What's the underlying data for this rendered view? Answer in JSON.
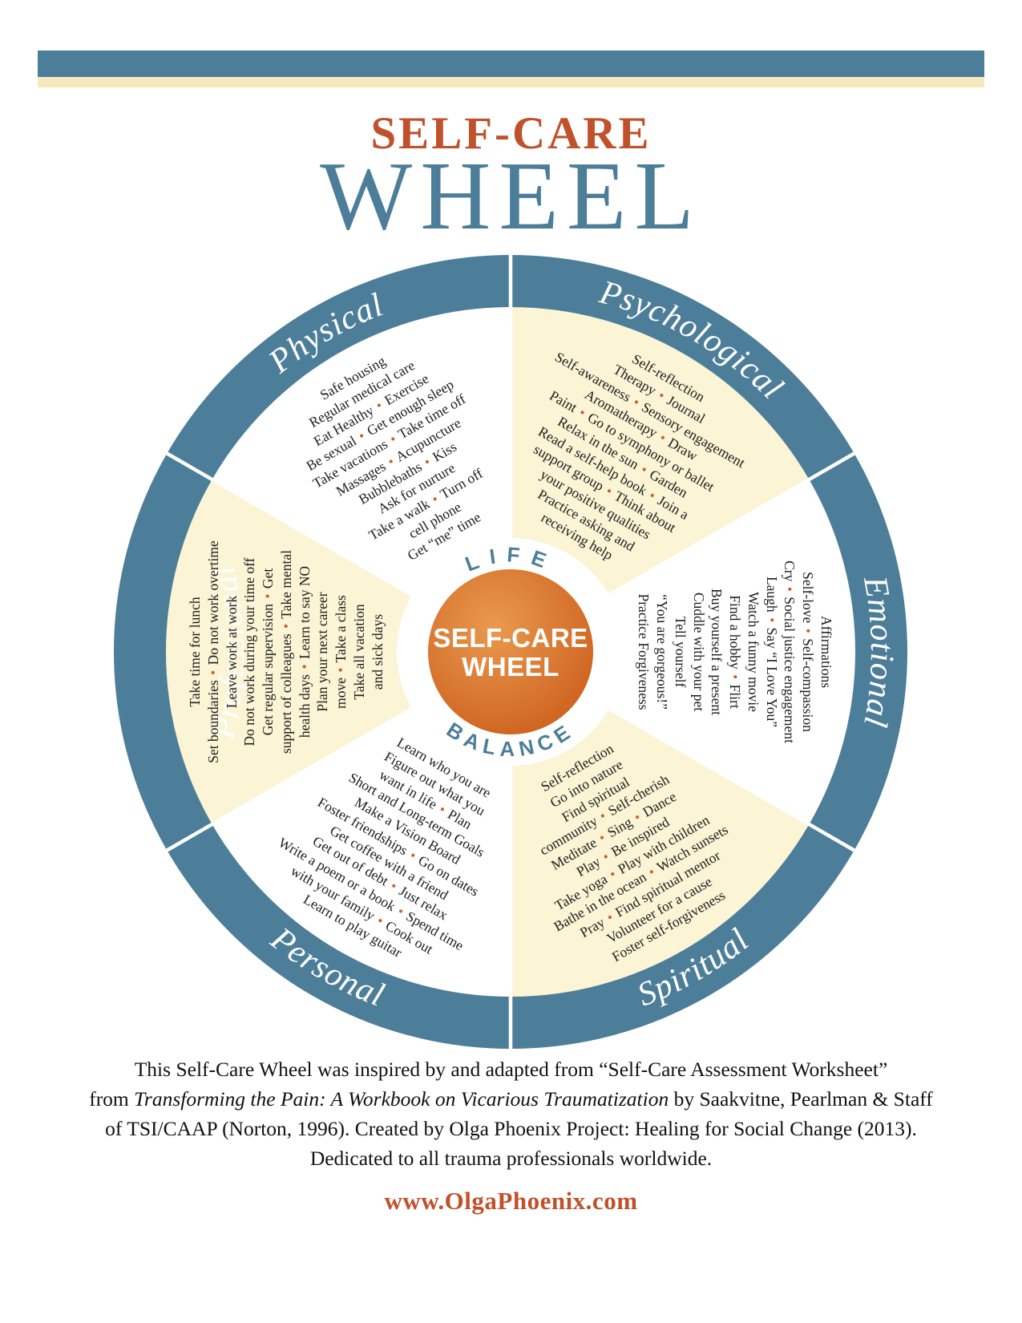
{
  "header": {
    "title_line1": "SELF-CARE",
    "title_line2": "WHEEL"
  },
  "colors": {
    "teal": "#4d7e99",
    "cream_sector": "#fbf4d5",
    "cream_stripe": "#f5e9bd",
    "title_orange": "#c0512b",
    "bullet_orange": "#c2622f",
    "center_gradient_light": "#e99a4e",
    "center_gradient_dark": "#cc5f1d"
  },
  "center": {
    "arc_top": "LIFE",
    "arc_bottom": "BALANCE",
    "title_line1": "SELF-CARE",
    "title_line2": "WHEEL"
  },
  "wheel": {
    "sectors": [
      {
        "name": "Physical",
        "lines": [
          "Safe housing",
          "Regular medical care",
          "Eat Healthy • Exercise",
          "Be sexual • Get enough sleep",
          "Take vacations • Take time off",
          "Massages • Acupuncture",
          "Bubblebaths • Kiss",
          "Ask for nurture",
          "Take a walk • Turn off",
          "cell phone",
          "Get “me” time"
        ]
      },
      {
        "name": "Psychological",
        "lines": [
          "Self-reflection",
          "Therapy • Journal",
          "Self-awareness • Sensory engagement",
          "Aromatherapy • Draw",
          "Paint • Go to symphony or ballet",
          "Relax in the sun • Garden",
          "Read a self-help book • Join a",
          "support group • Think about",
          "your positive qualities",
          "Practice asking and",
          "receiving help"
        ]
      },
      {
        "name": "Emotional",
        "lines": [
          "Affirmations",
          "Self-love • Self-compassion",
          "Cry • Social justice engagement",
          "Laugh • Say “I Love You”",
          "Watch a funny movie",
          "Find a hobby • Flirt",
          "Buy yourself a present",
          "Cuddle with your pet",
          "Tell yourself",
          "“You are gorgeous!”",
          "Practice Forgiveness"
        ]
      },
      {
        "name": "Spiritual",
        "lines": [
          "Self-reflection",
          "Go into nature",
          "Find spiritual",
          "community • Self-cherish",
          "Meditate • Sing • Dance",
          "Play • Be inspired",
          "Take yoga • Play with children",
          "Bathe in the ocean • Watch sunsets",
          "Pray • Find spiritual mentor",
          "Volunteer for a cause",
          "Foster self-forgiveness"
        ]
      },
      {
        "name": "Personal",
        "lines": [
          "Learn who you are",
          "Figure out what you",
          "want in life • Plan",
          "Short and Long-term Goals",
          "Make a Vision Board",
          "Foster friendships • Go on dates",
          "Get coffee with a friend",
          "Get out of debt • Just relax",
          "Write a poem or a book • Spend time",
          "with your family • Cook out",
          "Learn to play guitar"
        ]
      },
      {
        "name": "Professional",
        "lines": [
          "Take time for lunch",
          "Set boundaries • Do not work overtime",
          "Leave work at work",
          "Do not work during your time off",
          "Get regular supervision • Get",
          "support of colleagues • Take mental",
          "health days • Learn to say NO",
          "Plan your next career",
          "move • Take a class",
          "Take all vacation",
          "and sick days"
        ]
      }
    ]
  },
  "footer": {
    "line1": "This Self-Care Wheel was inspired by and adapted from “Self-Care Assessment Worksheet”",
    "line2_prefix": "from ",
    "line2_italic": "Transforming the Pain: A Workbook on Vicarious Traumatization",
    "line2_suffix": " by Saakvitne, Pearlman & Staff",
    "line3": "of TSI/CAAP (Norton, 1996). Created by Olga Phoenix Project: Healing for Social Change (2013).",
    "line4": "Dedicated to all trauma professionals worldwide.",
    "url": "www.OlgaPhoenix.com"
  }
}
